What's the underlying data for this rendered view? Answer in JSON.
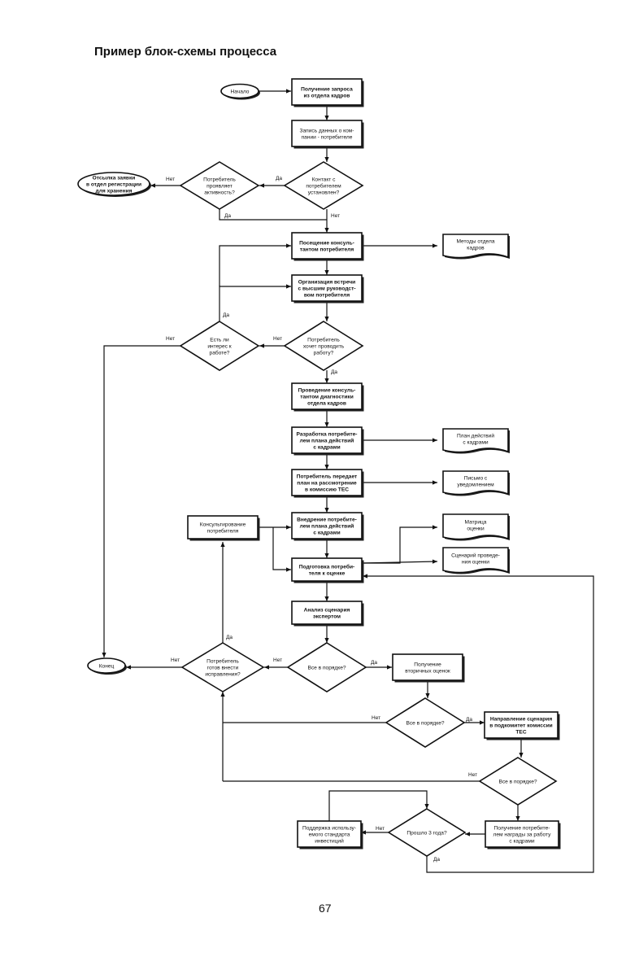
{
  "page": {
    "title": "Пример блок-схемы процесса",
    "number": "67"
  },
  "labels": {
    "yes": "Да",
    "no": "Нет"
  },
  "nodes": {
    "start": [
      "Начало"
    ],
    "receive_request": [
      "Получение запроса",
      "из отдела кадров"
    ],
    "record_data": [
      "Запись данных о ком-",
      "пании - потребителе"
    ],
    "contact_established": [
      "Контакт с",
      "потребителем",
      "установлен?"
    ],
    "consumer_shows_activity": [
      "Потребитель",
      "проявляет",
      "активность?"
    ],
    "send_request_back": [
      "Отсылка заявки",
      "в отдел регистрации",
      "для хранения"
    ],
    "consultant_visit": [
      "Посещение консуль-",
      "тантом потребителя"
    ],
    "hr_methods": [
      "Методы отдела",
      "кадров"
    ],
    "organize_meeting": [
      "Организация встречи",
      "с высшим руководст-",
      "вом потребителя"
    ],
    "consumer_wants_work": [
      "Потребитель",
      "хочет проводить",
      "работу?"
    ],
    "interest_in_work": [
      "Есть ли",
      "интерес к",
      "работе?"
    ],
    "consultant_diagnostics": [
      "Проведение консуль-",
      "тантом диагностики",
      "отдела кадров"
    ],
    "develop_plan": [
      "Разработка потребите-",
      "лем плана действий",
      "с кадрами"
    ],
    "action_plan_doc": [
      "План действий",
      "с кадрами"
    ],
    "submit_plan": [
      "Потребитель передает",
      "план на рассмотрение",
      "в комиссию ТЕС"
    ],
    "notification_letter": [
      "Письмо с",
      "уведомлением"
    ],
    "consumer_consulting": [
      "Консультирование",
      "потребителя"
    ],
    "implement_plan": [
      "Внедрение потребите-",
      "лем плана действий",
      "с кадрами"
    ],
    "evaluation_matrix": [
      "Матрица",
      "оценки"
    ],
    "prepare_for_evaluation": [
      "Подготовка потреби-",
      "теля к оценке"
    ],
    "evaluation_scenario": [
      "Сценарий проведе-",
      "ния оценки"
    ],
    "expert_analysis": [
      "Анализ сценария",
      "экспертом"
    ],
    "ready_for_corrections": [
      "Потребитель",
      "готов внести",
      "исправления?"
    ],
    "end": [
      "Конец"
    ],
    "all_ok_1": [
      "Все в порядке?"
    ],
    "secondary_evaluations": [
      "Получение",
      "вторичных оценок"
    ],
    "all_ok_2": [
      "Все в порядке?"
    ],
    "send_to_tec": [
      "Направление сценария",
      "в подкомитет комиссии",
      "ТЕС"
    ],
    "all_ok_3": [
      "Все в порядке?"
    ],
    "support_standard": [
      "Поддержка использу-",
      "емого стандарта",
      "инвестиций"
    ],
    "three_years_passed": [
      "Прошло 3 года?"
    ],
    "receive_award": [
      "Получение потребите-",
      "лем награды за работу",
      "с кадрами"
    ]
  }
}
